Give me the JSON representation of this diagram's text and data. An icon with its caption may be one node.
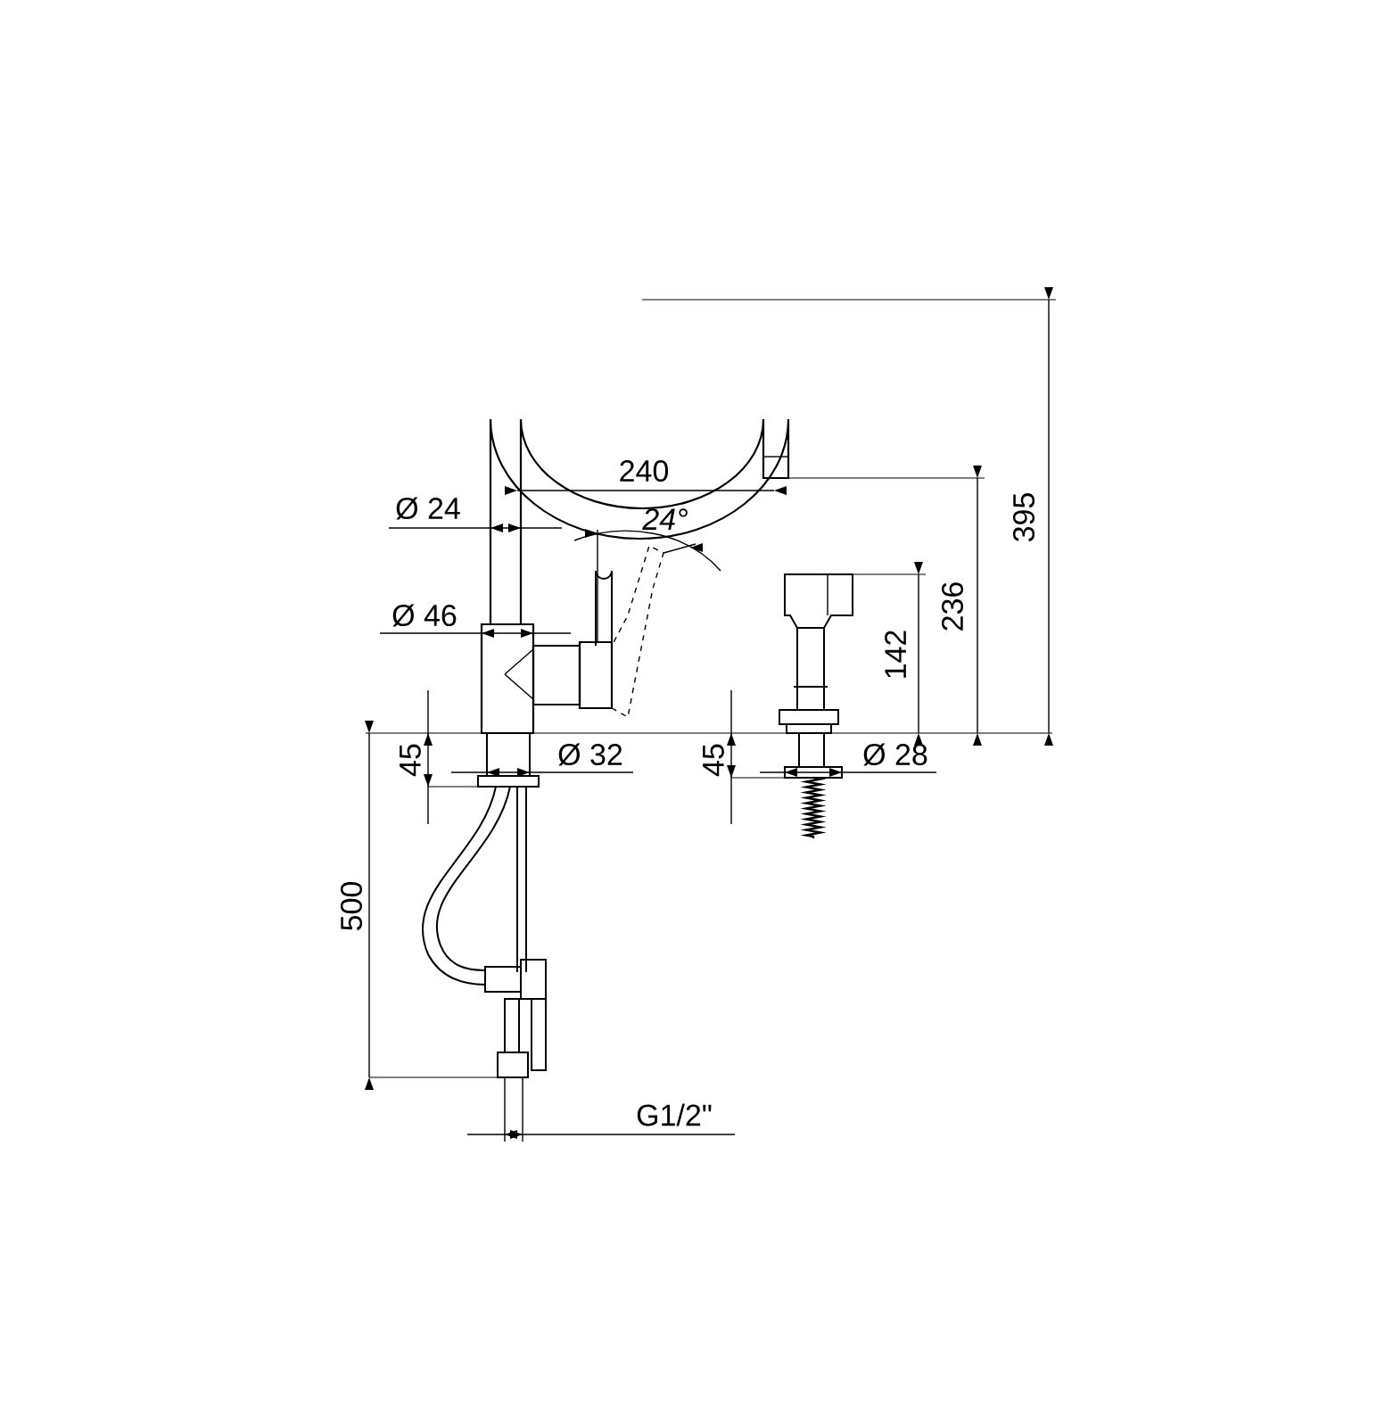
{
  "diagram": {
    "labels": [
      "240",
      "395",
      "Ø 24",
      "24°",
      "236",
      "142",
      "Ø 46",
      "45",
      "Ø 32",
      "45",
      "Ø 28",
      "500",
      "G1/2\""
    ]
  }
}
